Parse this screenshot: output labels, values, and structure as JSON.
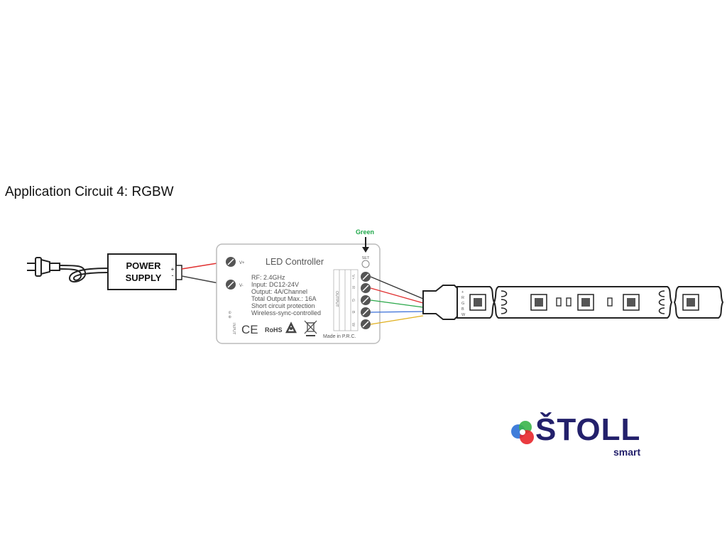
{
  "title": "Application Circuit 4: RGBW",
  "power_supply": {
    "line1": "POWER",
    "line2": "SUPPLY",
    "plus": "+",
    "minus": "-"
  },
  "controller": {
    "title": "LED Controller",
    "vplus": "V+",
    "vminus": "V-",
    "specs": [
      "RF: 2.4GHz",
      "Input: DC12-24V",
      "Output: 4A/Channel",
      "Total Output Max.: 16A",
      "Short circuit protection",
      "Wireless-sync-controlled"
    ],
    "input_label": "INPUT",
    "output_label": "OUTPUT",
    "ce": "CE",
    "rohs": "RoHS",
    "made_in": "Made in P.R.C.",
    "set_label": "SET",
    "output_terminals": [
      "V+",
      "R",
      "G",
      "B",
      "W"
    ]
  },
  "indicator": {
    "label": "Green",
    "color": "#1fa84a"
  },
  "strip": {
    "pin_labels": [
      "+",
      "R",
      "G",
      "B",
      "W"
    ]
  },
  "wires": {
    "v_plus": "#e03030",
    "v_minus": "#444444",
    "outputs": [
      "#333333",
      "#e03030",
      "#2aa84a",
      "#3a6fd8",
      "#e0b020"
    ]
  },
  "logo": {
    "word": "ŠTOLL",
    "sub": "smart",
    "color": "#23206b"
  }
}
